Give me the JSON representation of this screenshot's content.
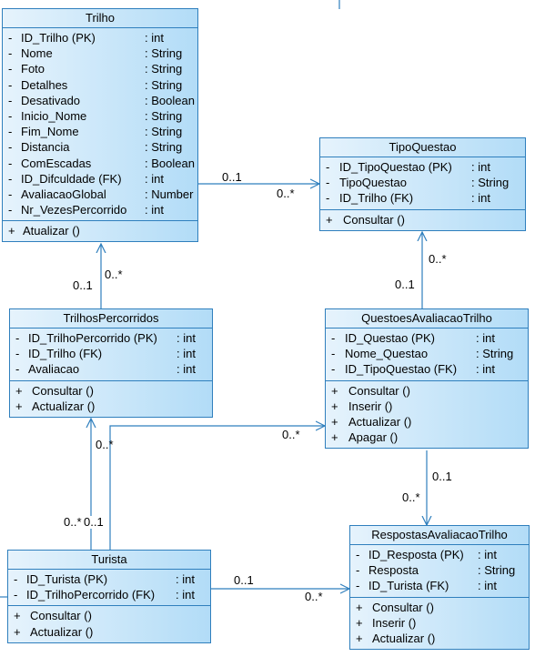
{
  "classes": {
    "trilho": {
      "name": "Trilho",
      "attributes": [
        {
          "vis": "-",
          "name": "ID_Trilho (PK)",
          "type": ": int"
        },
        {
          "vis": "-",
          "name": "Nome",
          "type": ": String"
        },
        {
          "vis": "-",
          "name": "Foto",
          "type": ": String"
        },
        {
          "vis": "-",
          "name": "Detalhes",
          "type": ": String"
        },
        {
          "vis": "-",
          "name": "Desativado",
          "type": ": Boolean"
        },
        {
          "vis": "-",
          "name": "Inicio_Nome",
          "type": ": String"
        },
        {
          "vis": "-",
          "name": "Fim_Nome",
          "type": ": String"
        },
        {
          "vis": "-",
          "name": "Distancia",
          "type": ": String"
        },
        {
          "vis": "-",
          "name": "ComEscadas",
          "type": ": Boolean"
        },
        {
          "vis": "-",
          "name": "ID_Difculdade (FK)",
          "type": ": int"
        },
        {
          "vis": "-",
          "name": "AvaliacaoGlobal",
          "type": ": Number"
        },
        {
          "vis": "-",
          "name": "Nr_VezesPercorrido",
          "type": ": int"
        }
      ],
      "operations": [
        {
          "vis": "+",
          "name": "Atualizar ()"
        }
      ]
    },
    "tipo_questao": {
      "name": "TipoQuestao",
      "attributes": [
        {
          "vis": "-",
          "name": "ID_TipoQuestao (PK)",
          "type": ": int"
        },
        {
          "vis": "-",
          "name": "TipoQuestao",
          "type": ": String"
        },
        {
          "vis": "-",
          "name": "ID_Trilho (FK)",
          "type": ": int"
        }
      ],
      "operations": [
        {
          "vis": "+",
          "name": "Consultar ()"
        }
      ]
    },
    "trilhos_percorridos": {
      "name": "TrilhosPercorridos",
      "attributes": [
        {
          "vis": "-",
          "name": "ID_TrilhoPercorrido (PK)",
          "type": ": int"
        },
        {
          "vis": "-",
          "name": "ID_Trilho (FK)",
          "type": ": int"
        },
        {
          "vis": "-",
          "name": "Avaliacao",
          "type": ": int"
        }
      ],
      "operations": [
        {
          "vis": "+",
          "name": "Consultar ()"
        },
        {
          "vis": "+",
          "name": "Actualizar ()"
        }
      ]
    },
    "questoes_avaliacao_trilho": {
      "name": "QuestoesAvaliacaoTrilho",
      "attributes": [
        {
          "vis": "-",
          "name": "ID_Questao (PK)",
          "type": ": int"
        },
        {
          "vis": "-",
          "name": "Nome_Questao",
          "type": ": String"
        },
        {
          "vis": "-",
          "name": "ID_TipoQuestao (FK)",
          "type": ": int"
        }
      ],
      "operations": [
        {
          "vis": "+",
          "name": "Consultar ()"
        },
        {
          "vis": "+",
          "name": "Inserir ()"
        },
        {
          "vis": "+",
          "name": "Actualizar ()"
        },
        {
          "vis": "+",
          "name": "Apagar ()"
        }
      ]
    },
    "turista": {
      "name": "Turista",
      "attributes": [
        {
          "vis": "-",
          "name": "ID_Turista (PK)",
          "type": ": int"
        },
        {
          "vis": "-",
          "name": "ID_TrilhoPercorrido (FK)",
          "type": ": int"
        }
      ],
      "operations": [
        {
          "vis": "+",
          "name": "Consultar ()"
        },
        {
          "vis": "+",
          "name": "Actualizar ()"
        }
      ]
    },
    "respostas_avaliacao_trilho": {
      "name": "RespostasAvaliacaoTrilho",
      "attributes": [
        {
          "vis": "-",
          "name": "ID_Resposta (PK)",
          "type": ": int"
        },
        {
          "vis": "-",
          "name": "Resposta",
          "type": ": String"
        },
        {
          "vis": "-",
          "name": "ID_Turista (FK)",
          "type": ": int"
        }
      ],
      "operations": [
        {
          "vis": "+",
          "name": "Consultar ()"
        },
        {
          "vis": "+",
          "name": "Inserir ()"
        },
        {
          "vis": "+",
          "name": "Actualizar ()"
        }
      ]
    }
  },
  "multiplicities": {
    "trilho_tipo_near_trilho": "0..1",
    "trilho_tipo_near_tipo": "0..*",
    "trilho_tp_near_trilho": "0..*",
    "trilho_tp_near_tp": "0..1",
    "tipo_questoes_near_tipo": "0..*",
    "tipo_questoes_near_questoes": "0..1",
    "tp_turista_near_tp": "0..*",
    "tp_turista_near_turista_a": "0..*",
    "tp_turista_near_turista_b": "0..1",
    "turista_questoes_near_questoes": "0..*",
    "questoes_respostas_near_questoes": "0..1",
    "questoes_respostas_near_respostas": "0..*",
    "turista_respostas_near_turista": "0..1",
    "turista_respostas_near_respostas": "0..*"
  },
  "colors": {
    "border": "#2f7fbd",
    "fill_light": "#e6f3fc",
    "fill_dark": "#b2dcf7",
    "line": "#2f7fbd"
  }
}
